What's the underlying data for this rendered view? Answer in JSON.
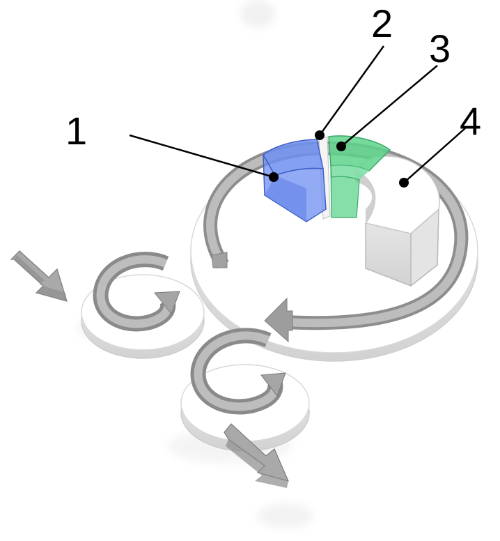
{
  "callouts": [
    {
      "id": "1",
      "label": "1",
      "part": "segment-blue"
    },
    {
      "id": "2",
      "label": "2",
      "part": "segment-gap-divider"
    },
    {
      "id": "3",
      "label": "3",
      "part": "segment-green"
    },
    {
      "id": "4",
      "label": "4",
      "part": "segment-white"
    }
  ],
  "colors": {
    "background": "#ffffff",
    "segment_blue": "#6f8ff0",
    "segment_green": "#5ed38c",
    "arrow_grey": "#9a9a9a",
    "plate_white": "#ffffff",
    "outline": "#cfcfcf",
    "leader": "#000000"
  },
  "icons": [
    "rotation-arrow-icon",
    "flow-in-arrow-icon",
    "flow-out-arrow-icon"
  ]
}
